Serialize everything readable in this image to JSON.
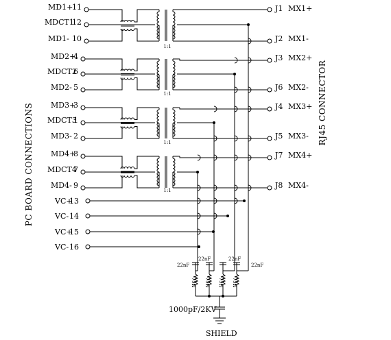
{
  "side_labels": {
    "left": "PC BOARD CONNECTIONS",
    "right": "RJ45 CONNECTOR"
  },
  "left_pins": [
    {
      "name": "MD1+",
      "num": "11"
    },
    {
      "name": "MDCT1",
      "num": "12"
    },
    {
      "name": "MD1-",
      "num": "10"
    },
    {
      "name": "MD2+",
      "num": "4"
    },
    {
      "name": "MDCT2",
      "num": "6"
    },
    {
      "name": "MD2-",
      "num": "5"
    },
    {
      "name": "MD3+",
      "num": "3"
    },
    {
      "name": "MDCT3",
      "num": "1"
    },
    {
      "name": "MD3-",
      "num": "2"
    },
    {
      "name": "MD4+",
      "num": "8"
    },
    {
      "name": "MDCT4",
      "num": "7"
    },
    {
      "name": "MD4-",
      "num": "9"
    },
    {
      "name": "VC+",
      "num": "13"
    },
    {
      "name": "VC-",
      "num": "14"
    },
    {
      "name": "VC+",
      "num": "15"
    },
    {
      "name": "VC-",
      "num": "16"
    }
  ],
  "right_pins": [
    {
      "name": "J1",
      "signal": "MX1+"
    },
    {
      "name": "J2",
      "signal": "MX1-"
    },
    {
      "name": "J3",
      "signal": "MX2+"
    },
    {
      "name": "J6",
      "signal": "MX2-"
    },
    {
      "name": "J4",
      "signal": "MX3+"
    },
    {
      "name": "J5",
      "signal": "MX3-"
    },
    {
      "name": "J7",
      "signal": "MX4+"
    },
    {
      "name": "J8",
      "signal": "MX4-"
    }
  ],
  "transformer_ratio": "1:1",
  "capacitors": [
    "22nF",
    "22nF",
    "22nF",
    "22nF"
  ],
  "resistors": [
    "75Ω",
    "75Ω",
    "75Ω",
    "75Ω"
  ],
  "hv_cap": "1000pF/2KV",
  "ground_label": "SHIELD"
}
